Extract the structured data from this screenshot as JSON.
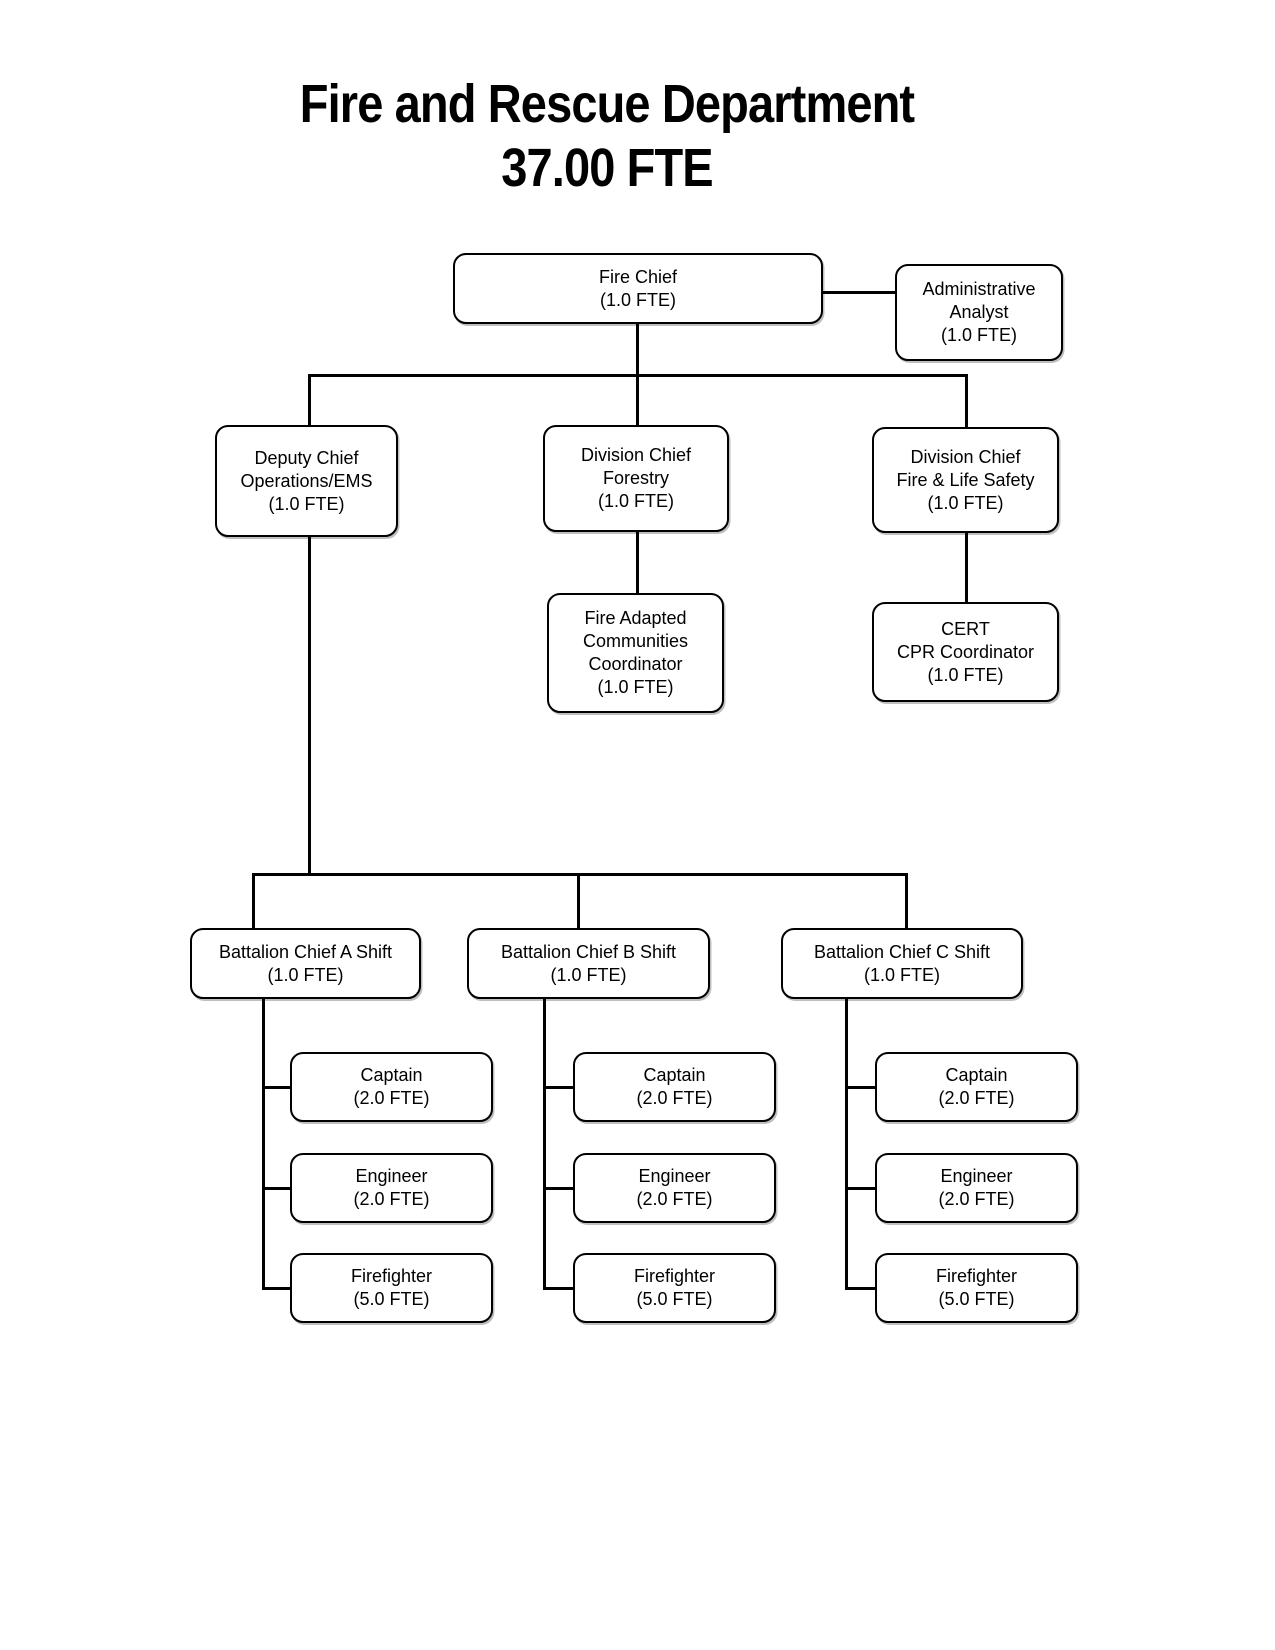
{
  "title": {
    "line1": "Fire and Rescue Department",
    "line2": "37.00 FTE"
  },
  "colors": {
    "background": "#ffffff",
    "box_fill": "#ffffff",
    "box_border": "#000000",
    "connector": "#000000",
    "text": "#000000"
  },
  "nodes": {
    "fire_chief": {
      "lines": [
        "Fire Chief",
        "(1.0 FTE)"
      ]
    },
    "administrative_analyst": {
      "lines": [
        "Administrative",
        "Analyst",
        "(1.0 FTE)"
      ]
    },
    "deputy_chief_operations_ems": {
      "lines": [
        "Deputy Chief",
        "Operations/EMS",
        "(1.0 FTE)"
      ]
    },
    "division_chief_forestry": {
      "lines": [
        "Division Chief",
        "Forestry",
        "(1.0 FTE)"
      ]
    },
    "division_chief_fire_life_safety": {
      "lines": [
        "Division Chief",
        "Fire & Life Safety",
        "(1.0 FTE)"
      ]
    },
    "fire_adapted_communities_coordinator": {
      "lines": [
        "Fire Adapted",
        "Communities",
        "Coordinator",
        "(1.0 FTE)"
      ]
    },
    "cert_cpr_coordinator": {
      "lines": [
        "CERT",
        "CPR Coordinator",
        "(1.0 FTE)"
      ]
    },
    "battalion_chief_a": {
      "lines": [
        "Battalion Chief A Shift",
        "(1.0 FTE)"
      ]
    },
    "battalion_chief_b": {
      "lines": [
        "Battalion Chief B Shift",
        "(1.0 FTE)"
      ]
    },
    "battalion_chief_c": {
      "lines": [
        "Battalion Chief C Shift",
        "(1.0 FTE)"
      ]
    },
    "captain_a": {
      "lines": [
        "Captain",
        "(2.0 FTE)"
      ]
    },
    "engineer_a": {
      "lines": [
        "Engineer",
        "(2.0 FTE)"
      ]
    },
    "firefighter_a": {
      "lines": [
        "Firefighter",
        "(5.0 FTE)"
      ]
    },
    "captain_b": {
      "lines": [
        "Captain",
        "(2.0 FTE)"
      ]
    },
    "engineer_b": {
      "lines": [
        "Engineer",
        "(2.0 FTE)"
      ]
    },
    "firefighter_b": {
      "lines": [
        "Firefighter",
        "(5.0 FTE)"
      ]
    },
    "captain_c": {
      "lines": [
        "Captain",
        "(2.0 FTE)"
      ]
    },
    "engineer_c": {
      "lines": [
        "Engineer",
        "(2.0 FTE)"
      ]
    },
    "firefighter_c": {
      "lines": [
        "Firefighter",
        "(5.0 FTE)"
      ]
    }
  },
  "edges": [
    [
      "fire_chief",
      "administrative_analyst"
    ],
    [
      "fire_chief",
      "deputy_chief_operations_ems"
    ],
    [
      "fire_chief",
      "division_chief_forestry"
    ],
    [
      "fire_chief",
      "division_chief_fire_life_safety"
    ],
    [
      "division_chief_forestry",
      "fire_adapted_communities_coordinator"
    ],
    [
      "division_chief_fire_life_safety",
      "cert_cpr_coordinator"
    ],
    [
      "deputy_chief_operations_ems",
      "battalion_chief_a"
    ],
    [
      "deputy_chief_operations_ems",
      "battalion_chief_b"
    ],
    [
      "deputy_chief_operations_ems",
      "battalion_chief_c"
    ],
    [
      "battalion_chief_a",
      "captain_a"
    ],
    [
      "battalion_chief_a",
      "engineer_a"
    ],
    [
      "battalion_chief_a",
      "firefighter_a"
    ],
    [
      "battalion_chief_b",
      "captain_b"
    ],
    [
      "battalion_chief_b",
      "engineer_b"
    ],
    [
      "battalion_chief_b",
      "firefighter_b"
    ],
    [
      "battalion_chief_c",
      "captain_c"
    ],
    [
      "battalion_chief_c",
      "engineer_c"
    ],
    [
      "battalion_chief_c",
      "firefighter_c"
    ]
  ]
}
